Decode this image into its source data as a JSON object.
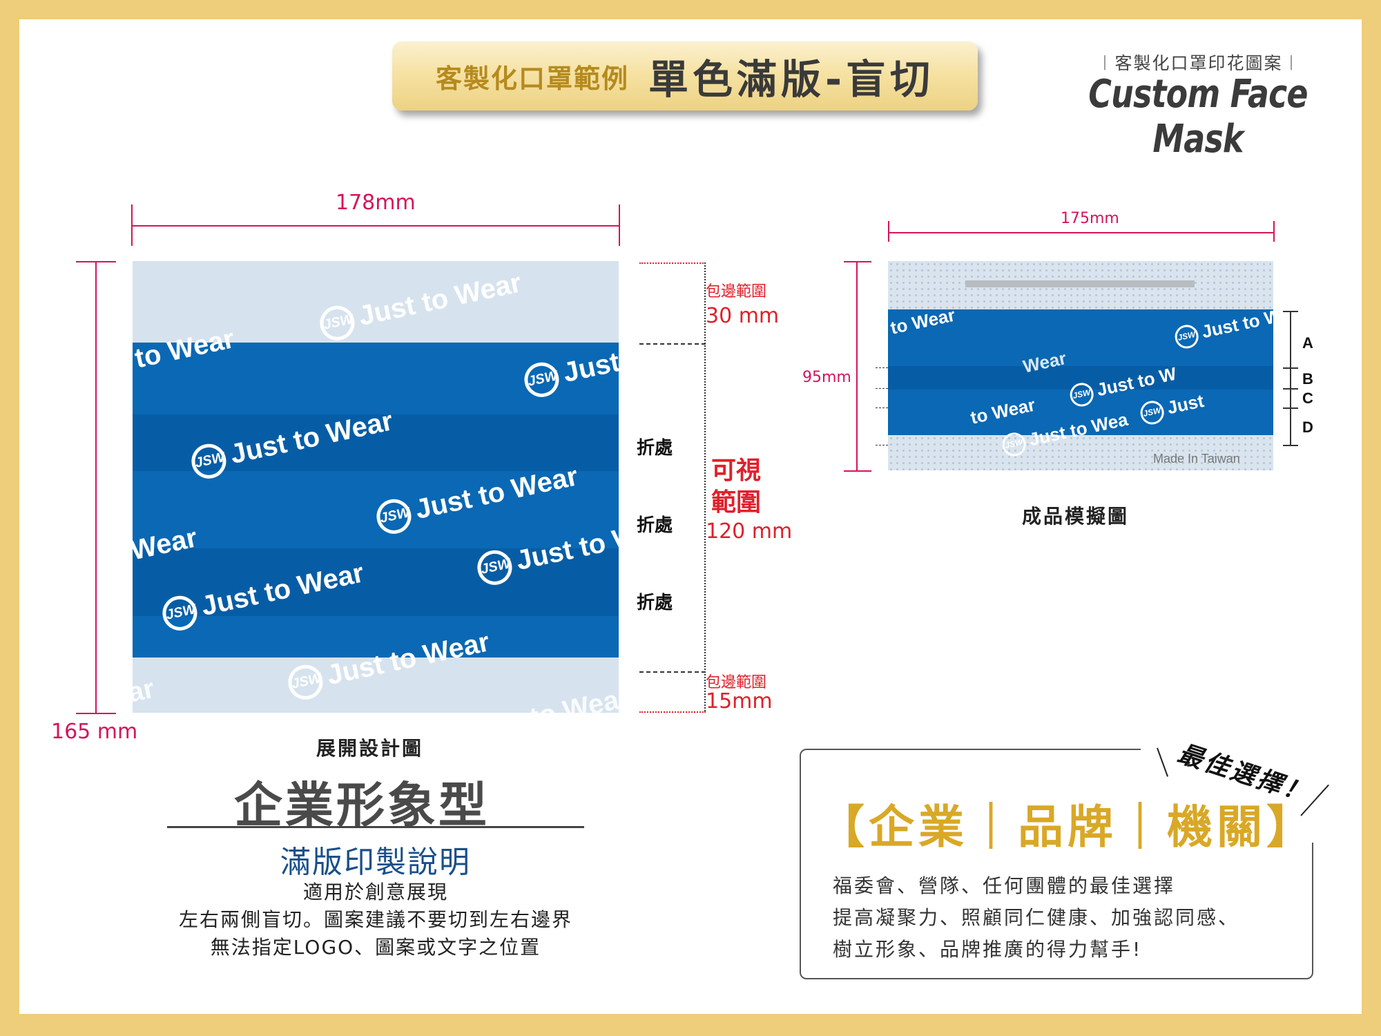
{
  "header": {
    "subtitle": "客製化口罩範例",
    "title": "單色滿版-盲切",
    "brand_tagline": "︱客製化口罩印花圖案︱",
    "brand_name": "Custom Face Mask"
  },
  "flat_design": {
    "width_label": "178mm",
    "height_label": "165 mm",
    "top_margin_label": "包邊範圍",
    "top_margin_value": "30 mm",
    "fold_label": "折處",
    "visible_label_1": "可視",
    "visible_label_2": "範圍",
    "visible_value": "120 mm",
    "bottom_margin_label": "包邊範圍",
    "bottom_margin_value": "15mm",
    "watermark_text": "Just to Wear",
    "watermark_partial_1": "to Wear",
    "watermark_partial_2": "Just",
    "watermark_partial_3": "Wear",
    "watermark_partial_4": "Just to W",
    "watermark_partial_5": "ar",
    "watermark_partial_6": "to Wea",
    "logo_mark": "JSW",
    "caption": "展開設計圖"
  },
  "mockup": {
    "width_label": "175mm",
    "height_label": "95mm",
    "made_in": "Made In Taiwan",
    "markers": [
      "A",
      "B",
      "C",
      "D"
    ],
    "watermark_partial_1": "to Wear",
    "watermark_partial_2": "Just to W",
    "watermark_partial_3": "Wear",
    "watermark_partial_4": "Just to W",
    "watermark_partial_5": "to Wear",
    "watermark_partial_6": "Just",
    "watermark_partial_7": "Just to Wea",
    "caption": "成品模擬圖"
  },
  "info_left": {
    "type_title": "企業形象型",
    "print_title": "滿版印製說明",
    "lines": [
      "適用於創意展現",
      "左右兩側盲切。圖案建議不要切到左右邊界",
      "無法指定LOGO、圖案或文字之位置"
    ]
  },
  "info_right": {
    "badge": "最佳選擇！",
    "heading": "【企業｜品牌｜機關】",
    "lines": [
      "福委會、營隊、任何團體的最佳選擇",
      "提高凝聚力、照顧同仁健康、加強認同感、",
      "樹立形象、品牌推廣的得力幫手!"
    ]
  },
  "colors": {
    "frame": "#eecd7b",
    "mask_blue": "#0a68b4",
    "mask_blue_dark": "#075da5",
    "mask_light": "#d6e3ee",
    "dimension_pink": "#d4145a",
    "dimension_red": "#e0202a",
    "gold_text": "#d9a826",
    "print_title_blue": "#1a4f8a"
  }
}
